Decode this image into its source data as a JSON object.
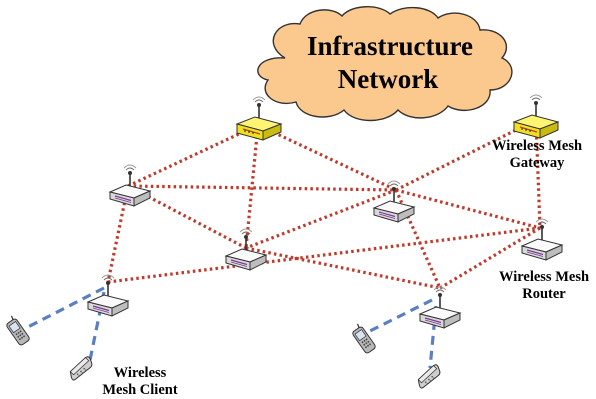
{
  "cloud": {
    "title_line1": "Infrastructure",
    "title_line2": "Network"
  },
  "labels": {
    "gateway_line1": "Wireless Mesh",
    "gateway_line2": "Gateway",
    "router_line1": "Wireless Mesh",
    "router_line2": "Router",
    "client_line1": "Wireless",
    "client_line2": "Mesh Client"
  },
  "colors": {
    "cloud_fill": "#fbc98e",
    "cloud_stroke": "#333333",
    "gateway_body": "#f2ea1e",
    "router_body": "#f2f2f2",
    "mesh_link": "#c0392b",
    "client_link": "#5b7fc2",
    "device_accent": "#7d3c98"
  },
  "icons": {
    "cloud": "cloud-icon",
    "gateway": "gateway-router-icon",
    "router": "wireless-router-icon",
    "phone": "mobile-phone-icon"
  }
}
